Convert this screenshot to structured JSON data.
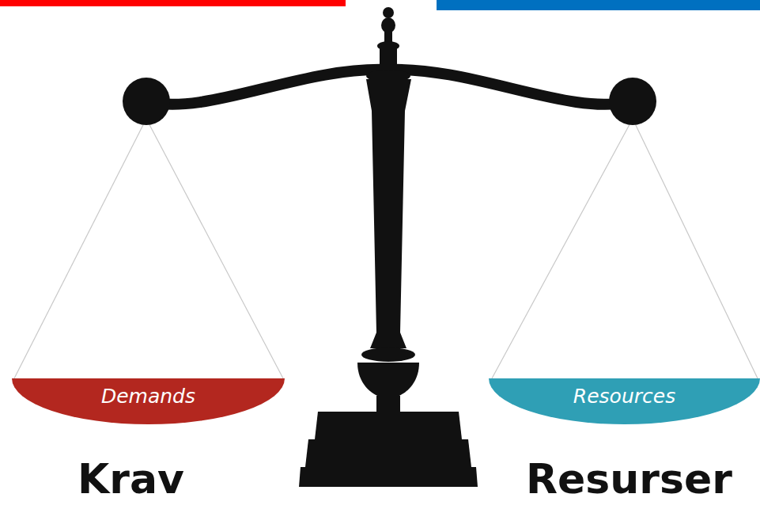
{
  "diagram": {
    "nodes": [
      {
        "text": [
          "Demands"
        ]
      },
      {
        "text": [
          "Resources"
        ]
      }
    ],
    "labels": [
      "Krav",
      "Resurser"
    ]
  }
}
